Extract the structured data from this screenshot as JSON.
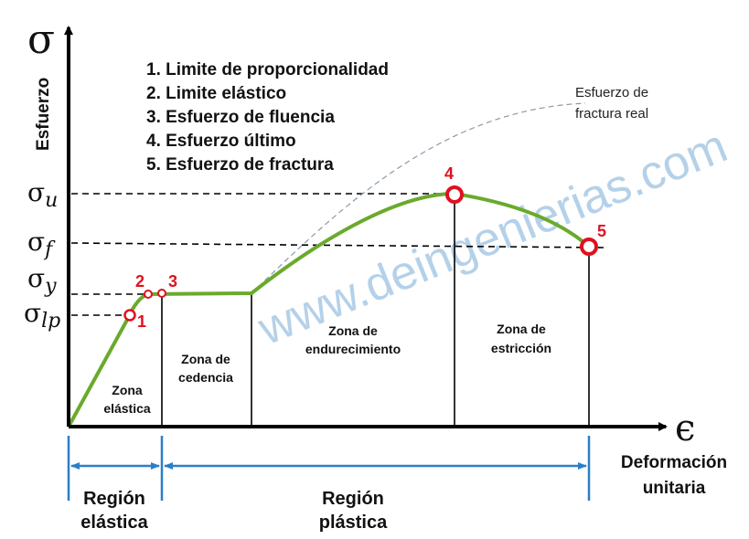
{
  "axes": {
    "y_symbol": "σ",
    "y_label": "Esfuerzo",
    "x_symbol": "ϵ",
    "x_label_line1": "Deformación",
    "x_label_line2": "unitaria"
  },
  "legend": [
    "1.  Limite de proporcionalidad",
    "2.  Limite elástico",
    "3.  Esfuerzo de fluencia",
    "4.  Esfuerzo último",
    "5.  Esfuerzo de fractura"
  ],
  "stress_levels": [
    {
      "symbol": "σ",
      "sub": "u"
    },
    {
      "symbol": "σ",
      "sub": "f"
    },
    {
      "symbol": "σ",
      "sub": "y"
    },
    {
      "symbol": "σ",
      "sub": "lp"
    }
  ],
  "points": [
    "1",
    "2",
    "3",
    "4",
    "5"
  ],
  "zones": {
    "elastica": [
      "Zona",
      "elástica"
    ],
    "cedencia": [
      "Zona de",
      "cedencia"
    ],
    "endurecimiento": [
      "Zona de",
      "endurecimiento"
    ],
    "estriccion": [
      "Zona de",
      "estricción"
    ]
  },
  "regions": {
    "elastica": [
      "Región",
      "elástica"
    ],
    "plastica": [
      "Región",
      "plástica"
    ]
  },
  "true_fracture_label": [
    "Esfuerzo de",
    "fractura real"
  ],
  "watermark": "www.deingenierias.com",
  "colors": {
    "curve": "#6aaa2c",
    "points": "#e01020",
    "region_arrows": "#2a7fc8",
    "watermark": "#a9c9e6"
  }
}
